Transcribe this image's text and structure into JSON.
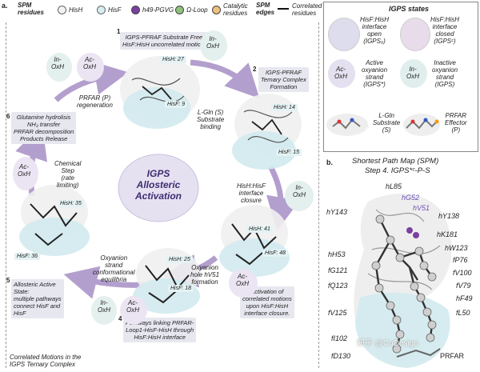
{
  "panel_a_letter": "a.",
  "panel_b_letter": "b.",
  "legend": {
    "spm_residues": "SPM\nresidues",
    "hisH": "HisH",
    "hisF": "HisF",
    "pgvg": "h49-PGVG",
    "oloop": "Ω-Loop",
    "catalytic": "Catalytic\nresidues",
    "spm_edges": "SPM\nedges",
    "correlated": "Correlated\nresidues",
    "colors": {
      "hisH": "#f2f2f2",
      "hisF": "#d7eef0",
      "pgvg": "#7b3fa0",
      "oloop": "#8fc27a",
      "catalytic": "#f0c080"
    }
  },
  "center": {
    "line1": "IGPS",
    "line2": "Allosteric",
    "line3": "Activation"
  },
  "steps": [
    {
      "n": "1",
      "text": "IGPS-PFRAF Substrate Free:\nHisF:HisH uncorrelated motions"
    },
    {
      "n": "2",
      "text": "IGPS-PFRAF\nTernary Complex\nFormation"
    },
    {
      "n": "3",
      "text": "Activation of\ncorrelated motions\nupon HisF:HisH\ninterface closure."
    },
    {
      "n": "4",
      "text": "Pathways linking PRFAR-\nLoop1-HisF-HisH through\nHisF:HisH interface"
    },
    {
      "n": "5",
      "text": "Allosteric Active\nState:\nmultiple pathways\nconnect HisF and\nHisF"
    },
    {
      "n": "6",
      "text": "Glutamine hydrolisis\nNH₃ transfer\nPRFAR decomposition\nProducts Release"
    }
  ],
  "arrow_labels": {
    "lgln": "L-Gln (S)\nSubstrate\nbinding",
    "closure": "HisH:HisF\ninterface\nclosure",
    "oxyanion_hole": "Oxyanion\nhole hV51\nformation",
    "equilibria": "Oxyanion\nstrand\nconformational\nequilibria",
    "chemical": "Chemical\nStep\n(rate\nlimiting)",
    "regeneration": "PRFAR (P)\nregeneration"
  },
  "chips": {
    "s1_hisH": "HisH: 27",
    "s1_hisF": "HisF: 9",
    "s2_hisH": "HisH: 14",
    "s2_hisF": "HisF: 15",
    "s3_hisH": "HisH: 41",
    "s3_hisF": "HisF: 48",
    "s4_hisH": "HisH: 25",
    "s4_hisF": "HisF: 18",
    "s5_hisH": "HisH: 35",
    "s5_hisF": "HisF: 36"
  },
  "oxh": {
    "in": "In-\nOxH",
    "ac": "Ac-\nOxH"
  },
  "bottom_left": "Correlated Motions in the\nIGPS Ternary Complex",
  "states_box": {
    "title": "IGPS states",
    "open": "HisF:HisH\ninterface\nopen\n(IGPSₒ)",
    "closed": "HisF:HisH\ninterface\nclosed\n(IGPSᶜ)",
    "ac": "Ac-\nOxH",
    "active": "Active\noxyanion\nstrand\n(IGPS*)",
    "in": "In-\nOxH",
    "inactive": "Inactive\noxyanion\nstrand\n(IGPS)",
    "substrate": "L-Gln\nSubstrate\n(S)",
    "effector": "PRFAR\nEffector\n(P)"
  },
  "panel_b": {
    "title": "Shortest Path Map (SPM)",
    "subtitle": "Step 4. IGPS*ᶜ-P-S",
    "residues_left": [
      "hY143",
      "hH53",
      "fG121",
      "fQ123",
      "fV125",
      "fI102",
      "fD130"
    ],
    "residues_right": [
      "hY138",
      "hK181",
      "hW123",
      "fP76",
      "fV100",
      "fV79",
      "hF49",
      "fL50"
    ],
    "residues_top": [
      "hL85",
      "hG52",
      "hV51"
    ],
    "prfar": "PRFAR",
    "watermark": "知乎 @CoDesign"
  }
}
